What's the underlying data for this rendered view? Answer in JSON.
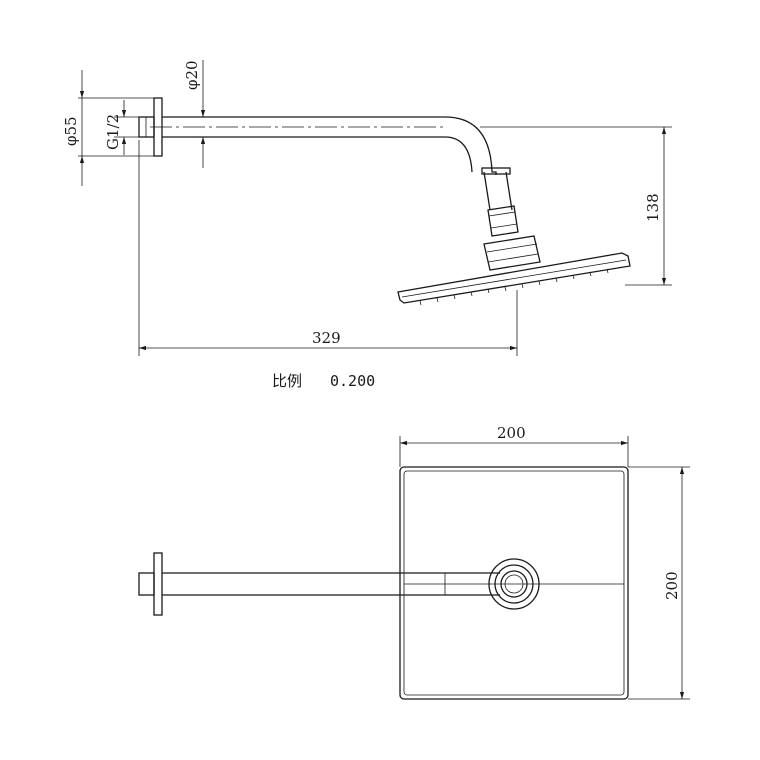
{
  "top_view": {
    "dim_outer_diameter": "φ55",
    "dim_thread": "G1/2",
    "dim_arm_diameter": "φ20",
    "dim_height": "138",
    "dim_length": "329"
  },
  "scale_label": "比例",
  "scale_value": "0.200",
  "bottom_view": {
    "dim_width": "200",
    "dim_depth": "200"
  }
}
